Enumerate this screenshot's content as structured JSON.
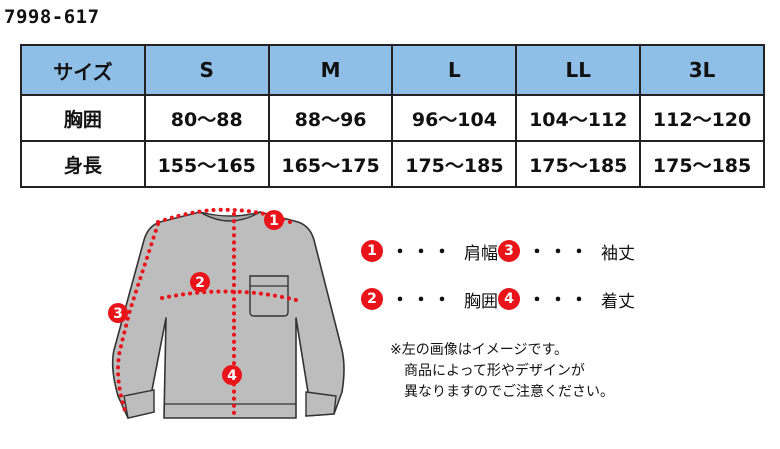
{
  "product_code": "7998-617",
  "size_table": {
    "header_label": "サイズ",
    "sizes": [
      "S",
      "M",
      "L",
      "LL",
      "3L"
    ],
    "rows": [
      {
        "label": "胸囲",
        "values": [
          "80〜88",
          "88〜96",
          "96〜104",
          "104〜112",
          "112〜120"
        ]
      },
      {
        "label": "身長",
        "values": [
          "155〜165",
          "165〜175",
          "175〜185",
          "175〜185",
          "175〜185"
        ]
      }
    ]
  },
  "legend": [
    {
      "num": "1",
      "dots": "・・・",
      "label": "肩幅"
    },
    {
      "num": "2",
      "dots": "・・・",
      "label": "胸囲"
    },
    {
      "num": "3",
      "dots": "・・・",
      "label": "袖丈"
    },
    {
      "num": "4",
      "dots": "・・・",
      "label": "着丈"
    }
  ],
  "note": {
    "line1": "※左の画像はイメージです。",
    "line2": "商品によって形やデザインが",
    "line3": "異なりますのでご注意ください。"
  },
  "colors": {
    "header_bg": "#8fbfe6",
    "marker": "#e8141a",
    "shirt": "#bdbdbd"
  }
}
